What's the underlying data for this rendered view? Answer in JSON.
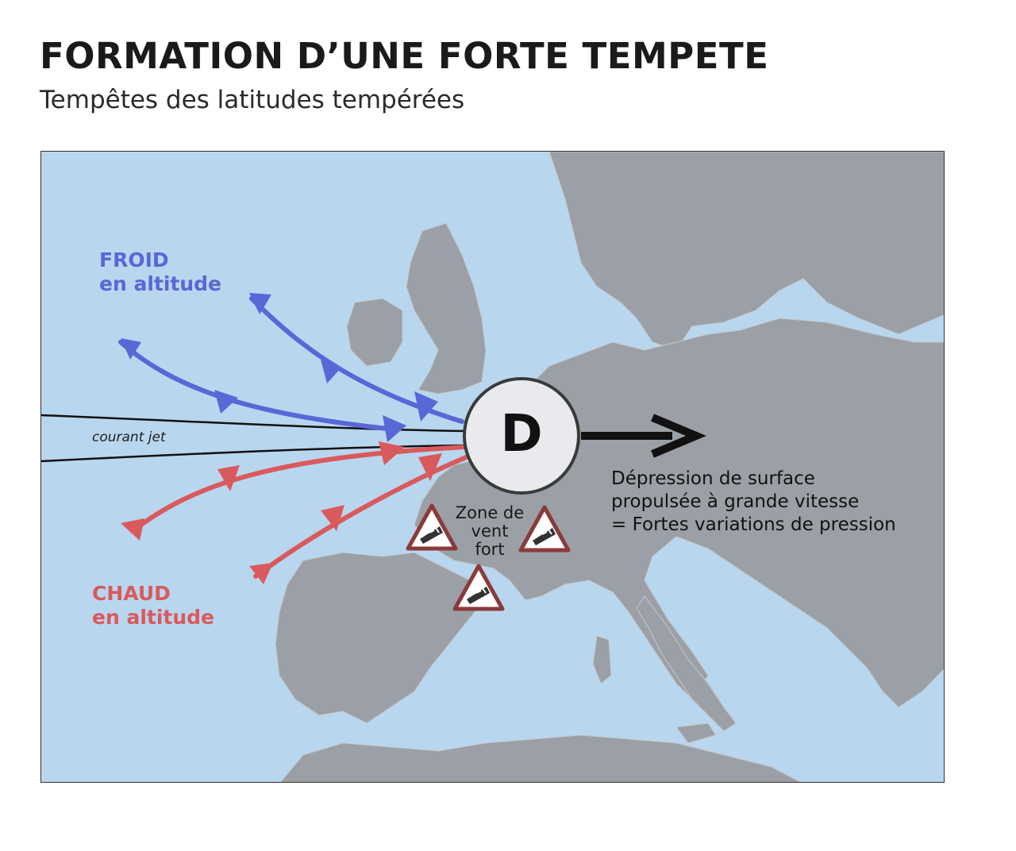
{
  "title": "FORMATION D’UNE FORTE TEMPETE",
  "subtitle": "Tempêtes des latitudes tempérées",
  "map": {
    "cold_label": [
      "FROID",
      "en altitude"
    ],
    "warm_label": [
      "CHAUD",
      "en altitude"
    ],
    "jet_label": "courant jet",
    "low_pressure_symbol": "D",
    "zone_label": [
      "Zone de",
      "vent",
      "fort"
    ],
    "depression_text": [
      "Dépression de surface",
      "propulsée à grande vitesse",
      "= Fortes variations de pression"
    ],
    "warning_icons": [
      "windsock-warning-icon",
      "windsock-warning-icon",
      "windsock-warning-icon"
    ],
    "colors": {
      "sea": "#b9d6ef",
      "land": "#9aa0a6",
      "cold_arrows": "#5a67d6",
      "warm_arrows": "#d95a5c",
      "jet_stream": "#111111",
      "low_pressure_circle": "#e8eaed"
    }
  }
}
